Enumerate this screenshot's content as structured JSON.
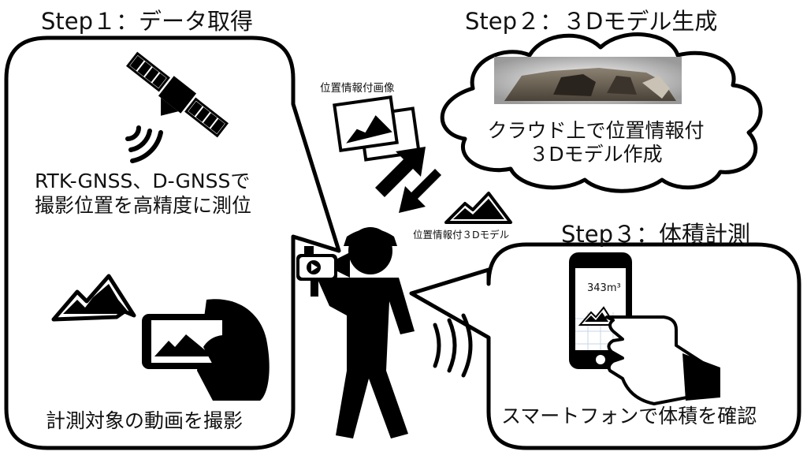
{
  "step1": {
    "title": "Step１：データ取得",
    "gnss_line1": "RTK-GNSS、D-GNSSで",
    "gnss_line2": "撮影位置を高精度に測位",
    "video_caption": "計測対象の動画を撮影"
  },
  "step2": {
    "title": "Step２：３Dモデル生成",
    "cloud_line1": "クラウド上で位置情報付",
    "cloud_line2": "３Dモデル作成"
  },
  "step3": {
    "title": "Step３：体積計測",
    "volume_readout": "343m³",
    "caption": "スマートフォンで体積を確認"
  },
  "labels": {
    "geotagged_image": "位置情報付画像",
    "geotagged_model": "位置情報付３Dモデル"
  },
  "icons": [
    "satellite-icon",
    "signal-icon",
    "video-camera-icon",
    "person-icon",
    "smartphone-icon",
    "hand-icon",
    "mountain-icon",
    "photo-icon",
    "arrow-up-icon",
    "arrow-down-icon",
    "sound-wave-icon"
  ]
}
